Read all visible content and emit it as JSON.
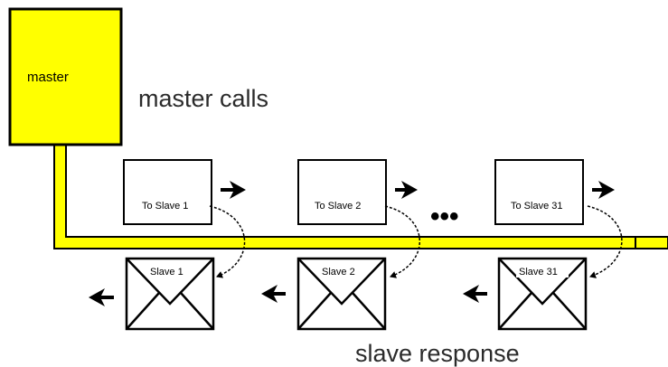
{
  "master": {
    "label": "master",
    "color": "#ffff00"
  },
  "captions": {
    "top": "master calls",
    "bottom": "slave response"
  },
  "bus_color": "#ffff00",
  "requests": [
    {
      "label": "To Slave 1"
    },
    {
      "label": "To Slave 2"
    },
    {
      "label": "To Slave 31"
    }
  ],
  "responses": [
    {
      "label": "Slave 1"
    },
    {
      "label": "Slave 2"
    },
    {
      "label": "Slave 31"
    }
  ],
  "ellipsis": "•••"
}
